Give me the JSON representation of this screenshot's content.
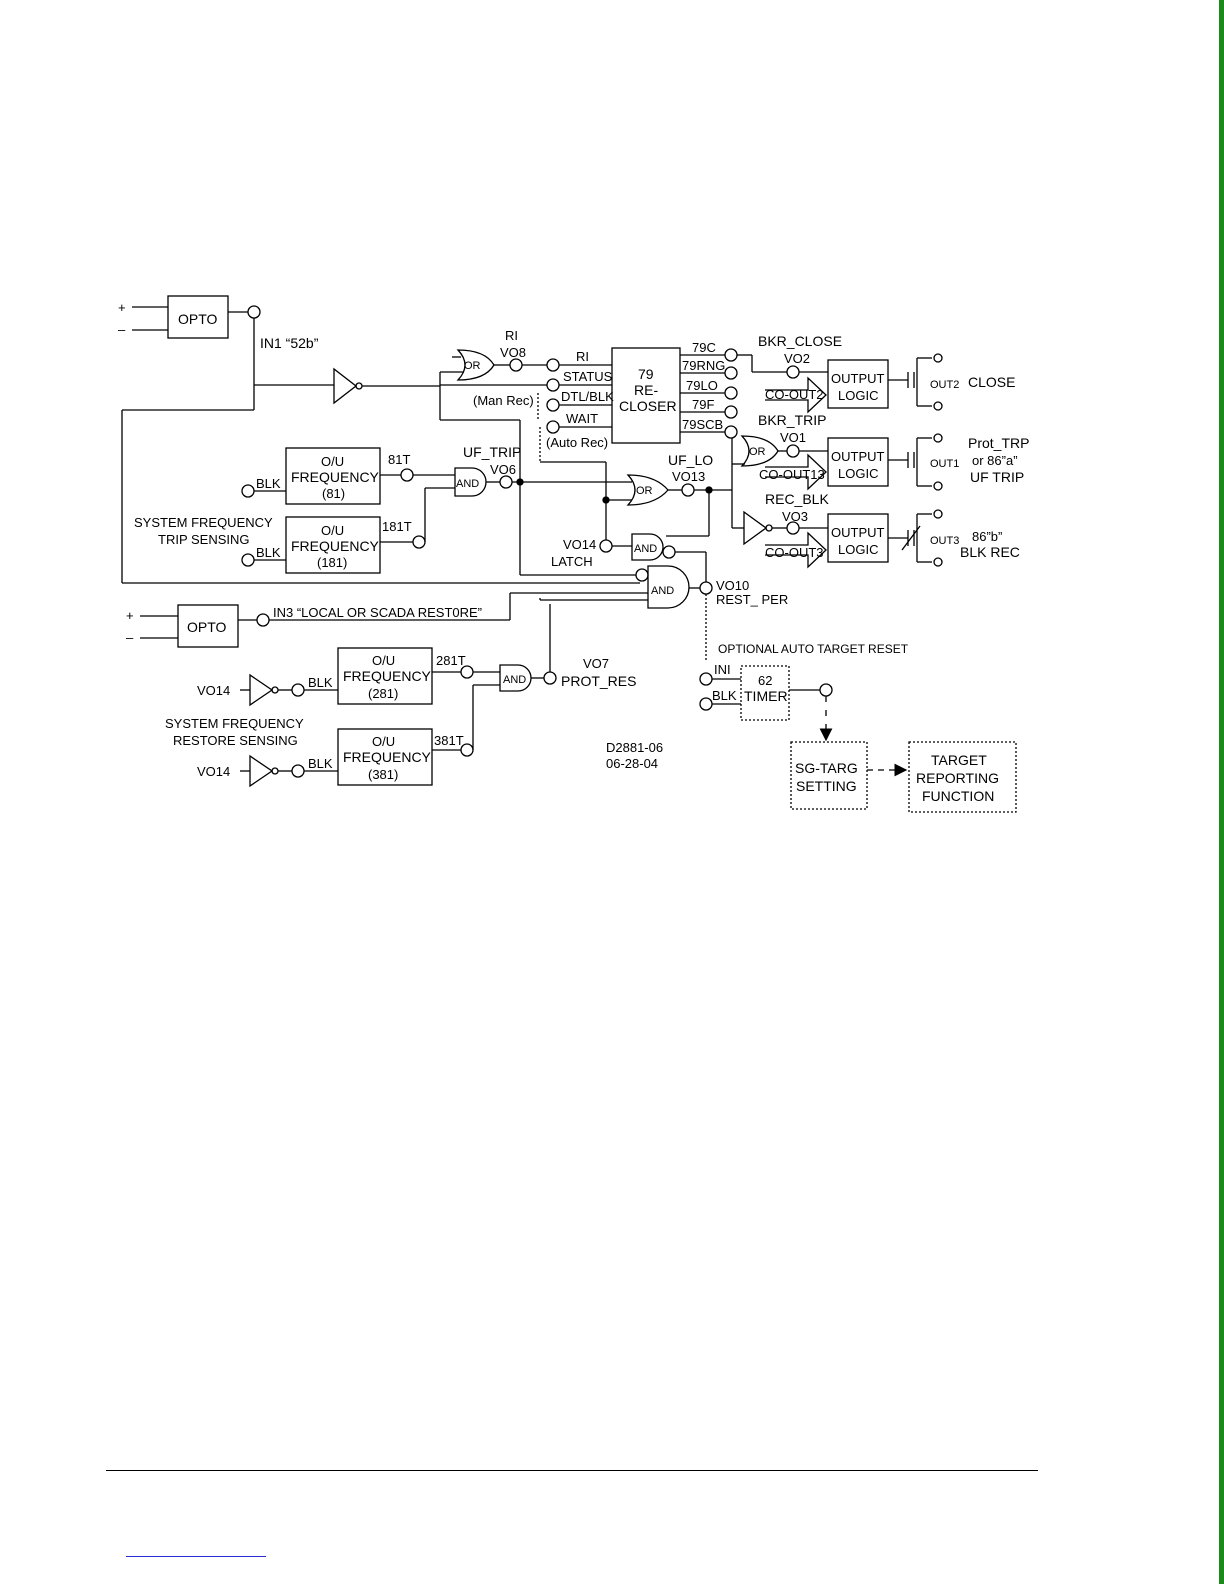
{
  "diagram": {
    "opto_label": "OPTO",
    "plus": "+",
    "minus": "–",
    "in1_label": "IN1 “52b”",
    "in3_label": "IN3 “LOCAL OR SCADA REST0RE”",
    "or_label": "OR",
    "and_label": "AND",
    "ri_top": "RI",
    "vo8": "VO8",
    "recloser": {
      "title": [
        "79",
        "RE-",
        "CLOSER"
      ],
      "inputs": [
        "RI",
        "STATUS",
        "DTL/BLK",
        "WAIT"
      ],
      "outputs": [
        "79C",
        "79RNG",
        "79LO",
        "79F",
        "79SCB"
      ]
    },
    "man_rec": "(Man Rec)",
    "auto_rec": "(Auto Rec)",
    "bkr_close": "BKR_CLOSE",
    "vo2": "VO2",
    "co_out2": "CO-OUT2",
    "output_logic": [
      "OUTPUT",
      "LOGIC"
    ],
    "out2": "OUT2",
    "close": "CLOSE",
    "bkr_trip": "BKR_TRIP",
    "vo1": "VO1",
    "co_out13": "CO-OUT13",
    "out1": "OUT1",
    "prot_trip": [
      "Prot_TRP",
      "or 86”a”",
      "UF TRIP"
    ],
    "rec_blk": "REC_BLK",
    "vo3": "VO3",
    "co_out3": "CO-OUT3",
    "out3": "OUT3",
    "blk_rec": [
      "86”b”",
      "BLK REC"
    ],
    "freq_81": [
      "O/U",
      "FREQUENCY",
      "(81)"
    ],
    "freq_181": [
      "O/U",
      "FREQUENCY",
      "(181)"
    ],
    "freq_281": [
      "O/U",
      "FREQUENCY",
      "(281)"
    ],
    "freq_381": [
      "O/U",
      "FREQUENCY",
      "(381)"
    ],
    "blk": "BLK",
    "t81": "81T",
    "t181": "181T",
    "t281": "281T",
    "t381": "381T",
    "uf_trip": "UF_TRIP",
    "vo6": "VO6",
    "uf_lo": "UF_LO",
    "vo13": "VO13",
    "vo14": "VO14",
    "latch": "LATCH",
    "vo10": "VO10",
    "rest_per": "REST_ PER",
    "vo7": "VO7",
    "prot_res": "PROT_RES",
    "trip_sensing": [
      "SYSTEM FREQUENCY",
      "TRIP SENSING"
    ],
    "restore_sensing": [
      "SYSTEM FREQUENCY",
      "RESTORE SENSING"
    ],
    "optional_reset": "OPTIONAL AUTO TARGET RESET",
    "ini": "INI",
    "timer": [
      "62",
      "TIMER"
    ],
    "sg_targ": [
      "SG-TARG",
      "SETTING"
    ],
    "target_reporting": [
      "TARGET",
      "REPORTING",
      "FUNCTION"
    ],
    "drawing_no": "D2881-06",
    "drawing_date": "06-28-04"
  }
}
